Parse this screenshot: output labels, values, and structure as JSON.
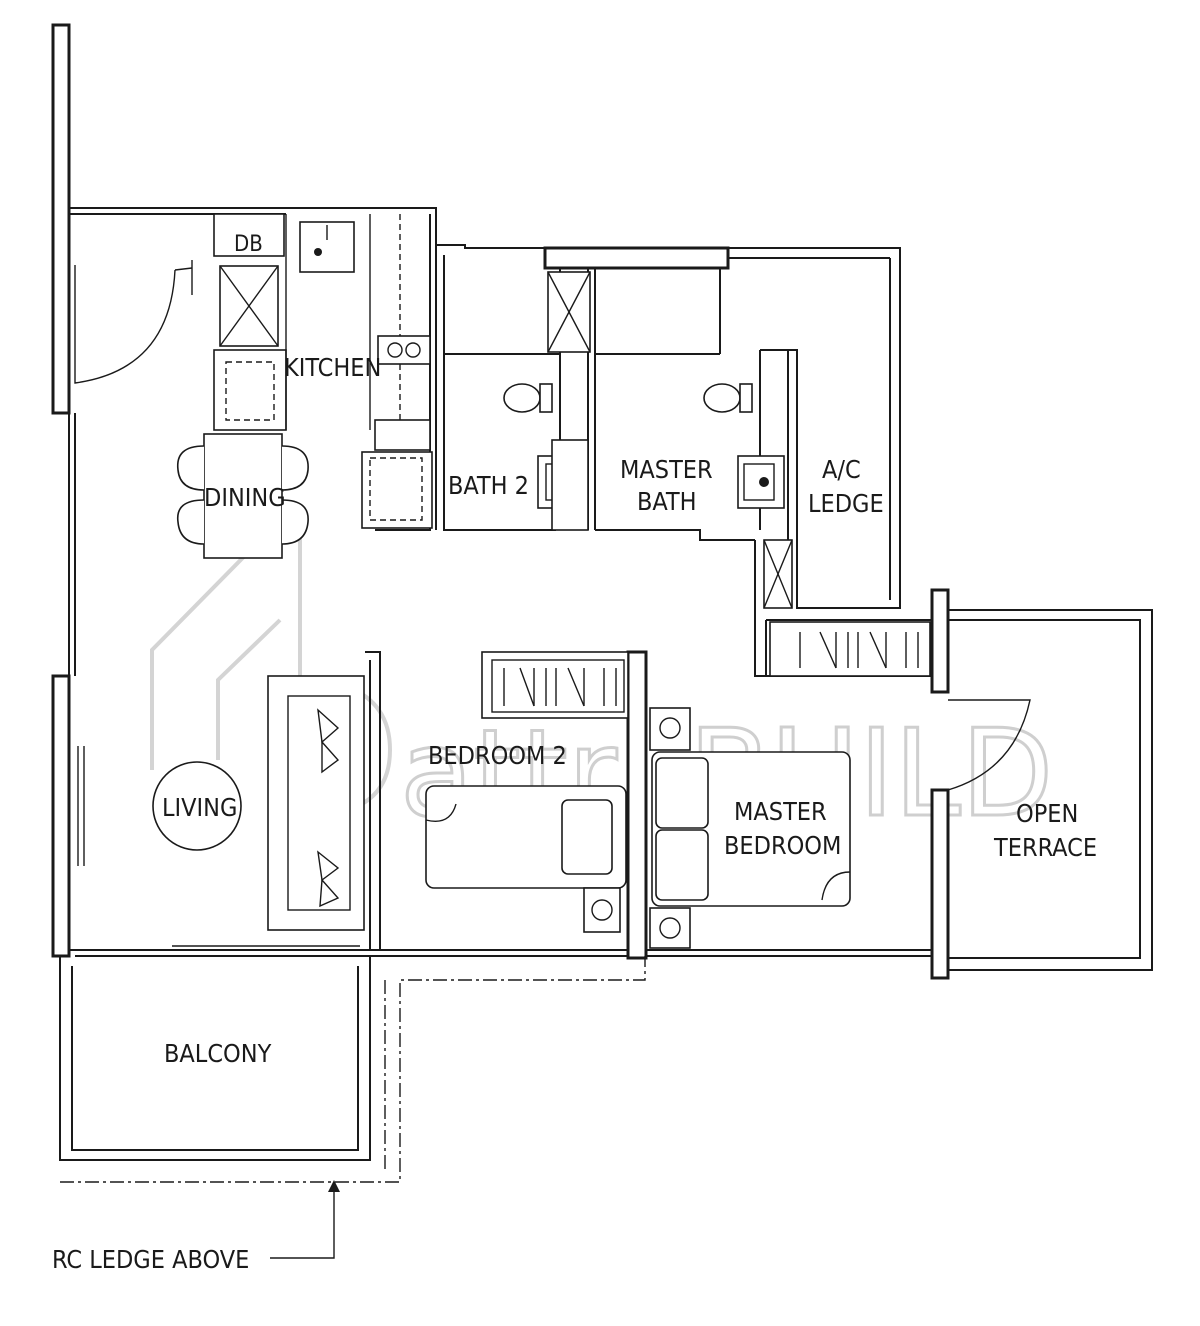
{
  "rooms": {
    "db": "DB",
    "kitchen": "KITCHEN",
    "dining": "DINING",
    "bath2": "BATH 2",
    "master_bath_1": "MASTER",
    "master_bath_2": "BATH",
    "ac_ledge_1": "A/C",
    "ac_ledge_2": "LEDGE",
    "living": "LIVING",
    "bedroom2": "BEDROOM 2",
    "master_bedroom_1": "MASTER",
    "master_bedroom_2": "BEDROOM",
    "open_terrace_1": "OPEN",
    "open_terrace_2": "TERRACE",
    "balcony": "BALCONY"
  },
  "annotations": {
    "rc_ledge": "RC LEDGE ABOVE"
  },
  "watermark": {
    "text": "attri.BUILD",
    "color": "#cfcfcf"
  },
  "colors": {
    "line": "#1a1a1a",
    "background": "#ffffff"
  }
}
